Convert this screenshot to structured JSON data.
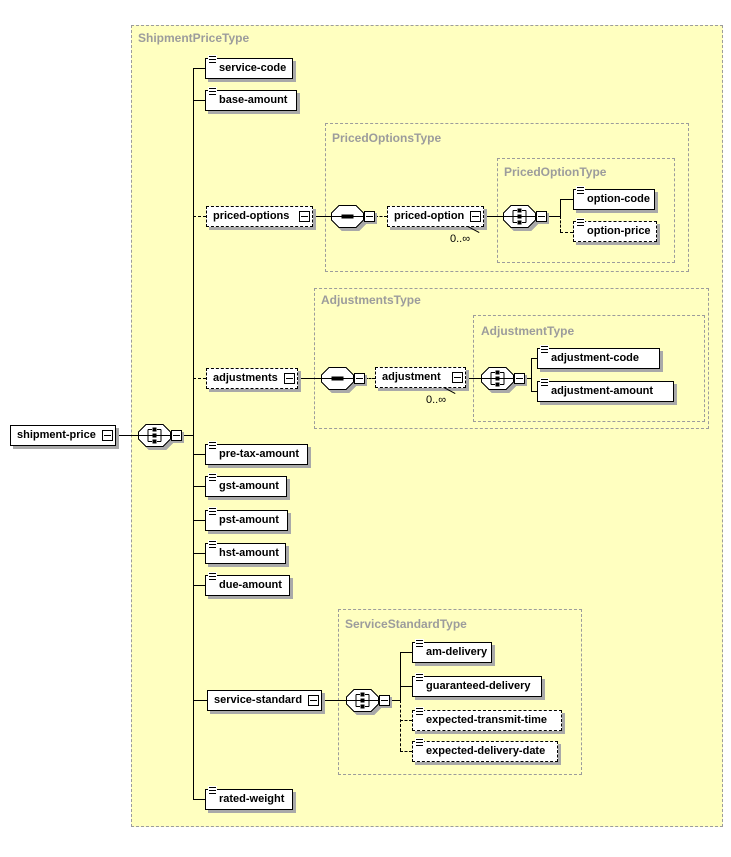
{
  "schema": {
    "title": "ShipmentPriceType",
    "root": {
      "label": "shipment-price"
    },
    "children": {
      "service_code": {
        "label": "service-code",
        "required": true
      },
      "base_amount": {
        "label": "base-amount",
        "required": true
      },
      "priced_options": {
        "label": "priced-options",
        "required": false
      },
      "adjustments": {
        "label": "adjustments",
        "required": false
      },
      "pre_tax_amount": {
        "label": "pre-tax-amount",
        "required": true
      },
      "gst_amount": {
        "label": "gst-amount",
        "required": true
      },
      "pst_amount": {
        "label": "pst-amount",
        "required": true
      },
      "hst_amount": {
        "label": "hst-amount",
        "required": true
      },
      "due_amount": {
        "label": "due-amount",
        "required": true
      },
      "service_standard": {
        "label": "service-standard",
        "required": true
      },
      "rated_weight": {
        "label": "rated-weight",
        "required": true
      }
    },
    "priced_options_type": {
      "title": "PricedOptionsType",
      "priced_option": {
        "label": "priced-option",
        "occurs": "0..∞",
        "required": false
      },
      "priced_option_type": {
        "title": "PricedOptionType",
        "option_code": {
          "label": "option-code",
          "required": true
        },
        "option_price": {
          "label": "option-price",
          "required": false
        }
      }
    },
    "adjustments_type": {
      "title": "AdjustmentsType",
      "adjustment": {
        "label": "adjustment",
        "occurs": "0..∞",
        "required": false
      },
      "adjustment_type": {
        "title": "AdjustmentType",
        "adjustment_code": {
          "label": "adjustment-code",
          "required": true
        },
        "adjustment_amount": {
          "label": "adjustment-amount",
          "required": true
        }
      }
    },
    "service_standard_type": {
      "title": "ServiceStandardType",
      "am_delivery": {
        "label": "am-delivery",
        "required": true
      },
      "guaranteed_delivery": {
        "label": "guaranteed-delivery",
        "required": true
      },
      "expected_transmit_time": {
        "label": "expected-transmit-time",
        "required": false
      },
      "expected_delivery_date": {
        "label": "expected-delivery-date",
        "required": false
      }
    },
    "colors": {
      "diagram_bg": "#FFFFC0",
      "container_border": "#9C9C9C",
      "type_title_text": "#9C9C9C",
      "element_border": "#000000",
      "element_bg": "#FFFFFF",
      "shadow": "#A9A9A9"
    }
  }
}
